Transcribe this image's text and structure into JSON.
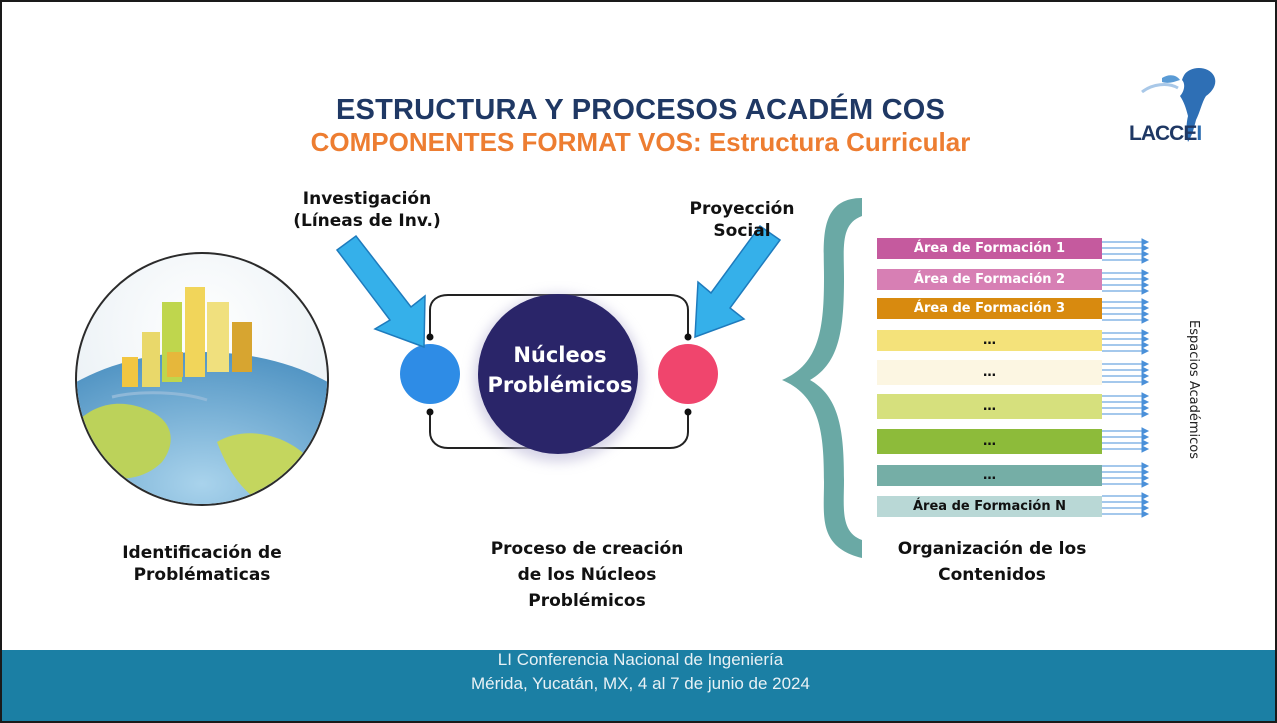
{
  "header": {
    "title": "ESTRUCTURA Y PROCESOS ACADÉM COS",
    "subtitle": "COMPONENTES FORMAT VOS: Estructura Curricular"
  },
  "logo": {
    "text_main": "LACCE",
    "text_accent": "I"
  },
  "diagram": {
    "investigation_label_1": "Investigación",
    "investigation_label_2": "(Líneas de Inv.)",
    "projection_label_1": "Proyección",
    "projection_label_2": "Social",
    "nucleus_line_1": "Núcleos",
    "nucleus_line_2": "Problémicos"
  },
  "captions": {
    "left_1": "Identificación de",
    "left_2": "Problématicas",
    "center_1": "Proceso de creación",
    "center_2": "de los Núcleos",
    "center_3": "Problémicos",
    "right_1": "Organización de los",
    "right_2": "Contenidos"
  },
  "areas": [
    {
      "label": "Área de Formación 1",
      "color": "#c55a9e",
      "text_color": "#ffffff"
    },
    {
      "label": "Área de Formación 2",
      "color": "#d77fb4",
      "text_color": "#ffffff"
    },
    {
      "label": "Área de Formación 3",
      "color": "#d88a0f",
      "text_color": "#ffffff"
    },
    {
      "label": "…",
      "color": "#f4e27a",
      "text_color": "#111111"
    },
    {
      "label": "…",
      "color": "#fcf6e2",
      "text_color": "#111111"
    },
    {
      "label": "…",
      "color": "#d6e07d",
      "text_color": "#111111"
    },
    {
      "label": "…",
      "color": "#8dbb3a",
      "text_color": "#111111"
    },
    {
      "label": "…",
      "color": "#75aea6",
      "text_color": "#111111"
    },
    {
      "label": "Área de Formación N",
      "color": "#b9d8d6",
      "text_color": "#111111"
    }
  ],
  "side_label": "Espacios Académicos",
  "footer": {
    "line1": "LI Conferencia Nacional de Ingeniería",
    "line2": "Mérida, Yucatán, MX, 4 al 7 de junio de 2024"
  },
  "colors": {
    "title": "#1f3864",
    "subtitle": "#ed7d31",
    "nucleus": "#2a2569",
    "investigation_circle": "#2e8ce6",
    "projection_circle": "#f0456d",
    "arrow": "#35b0ea",
    "brace": "#6aa9a5",
    "footer": "#1b7fa4"
  }
}
